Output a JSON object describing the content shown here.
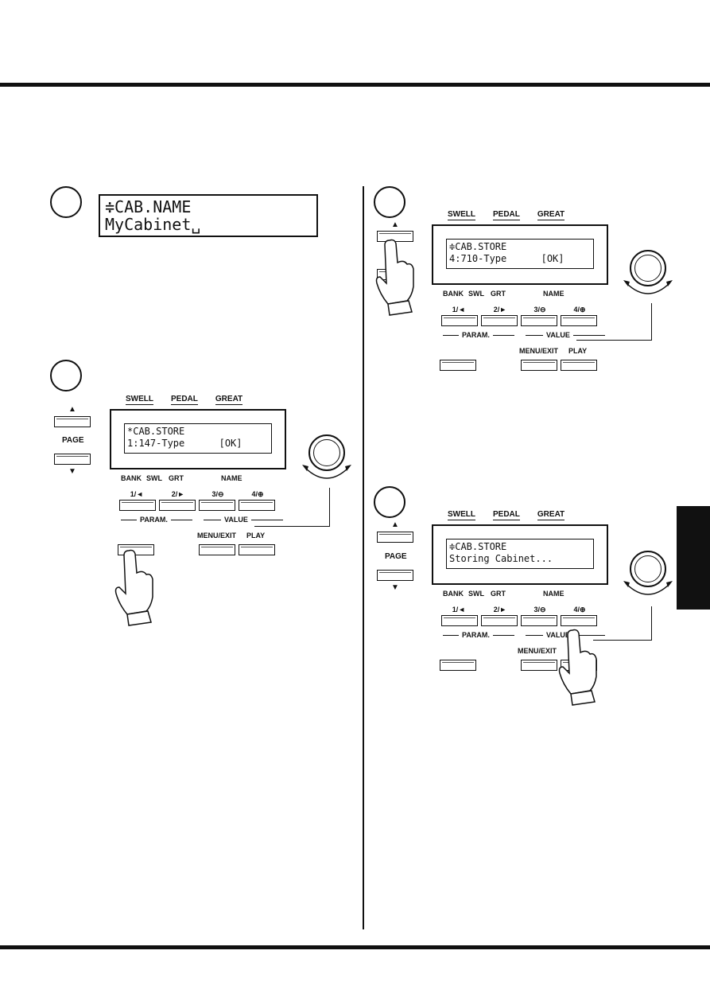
{
  "lcd_step1": {
    "line1": "≑CAB.NAME",
    "line2": "MyCabinet␣"
  },
  "panel_a": {
    "top_labels": [
      "SWELL",
      "PEDAL",
      "GREAT"
    ],
    "lcd_line1": "*CAB.STORE",
    "lcd_line2": "1:147-Type      [OK]",
    "sub_labels": [
      "BANK",
      "SWL",
      "GRT",
      "NAME"
    ],
    "button_labels": [
      "1/◄",
      "2/►",
      "3/⊖",
      "4/⊕"
    ],
    "group_labels": [
      "PARAM.",
      "VALUE"
    ],
    "bottom_labels": [
      "MENU/EXIT",
      "PLAY"
    ],
    "page_label": "PAGE"
  },
  "panel_b": {
    "top_labels": [
      "SWELL",
      "PEDAL",
      "GREAT"
    ],
    "lcd_line1": "≑CAB.STORE",
    "lcd_line2": "4:710-Type      [OK]",
    "sub_labels": [
      "BANK",
      "SWL",
      "GRT",
      "NAME"
    ],
    "button_labels": [
      "1/◄",
      "2/►",
      "3/⊖",
      "4/⊕"
    ],
    "group_labels": [
      "PARAM.",
      "VALUE"
    ],
    "bottom_labels": [
      "MENU/EXIT",
      "PLAY"
    ]
  },
  "panel_c": {
    "top_labels": [
      "SWELL",
      "PEDAL",
      "GREAT"
    ],
    "lcd_line1": "≑CAB.STORE",
    "lcd_line2": "Storing Cabinet...",
    "sub_labels": [
      "BANK",
      "SWL",
      "GRT",
      "NAME"
    ],
    "button_labels": [
      "1/◄",
      "2/►",
      "3/⊖",
      "4/⊕"
    ],
    "group_labels": [
      "PARAM.",
      "VALUE"
    ],
    "bottom_labels": [
      "MENU/EXIT"
    ],
    "page_label": "PAGE"
  }
}
